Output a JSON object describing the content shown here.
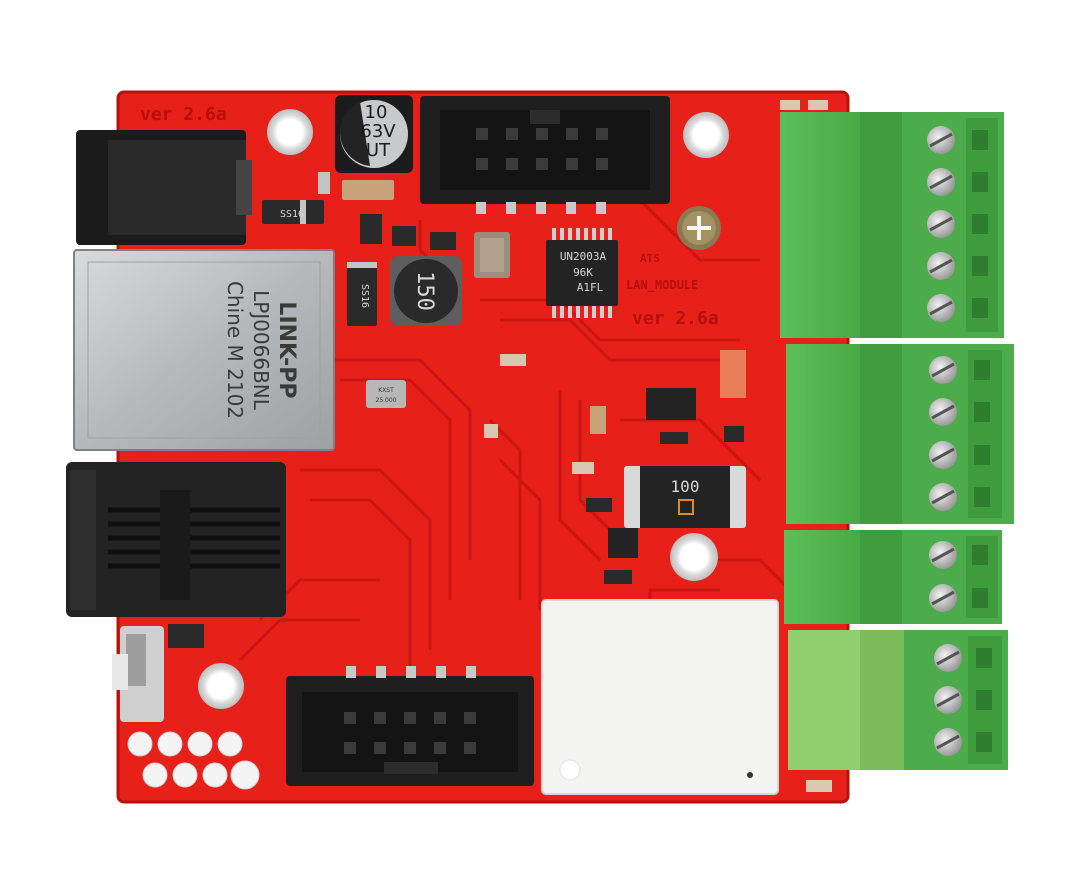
{
  "silkscreen": {
    "version_top_left": "ver 2.6a",
    "version_right": "ver 2.6a",
    "label_ats": "ATS",
    "label_module": "LAN_MODULE"
  },
  "capacitor": {
    "line1": "10",
    "line2": "63V",
    "line3": "UT"
  },
  "ic": {
    "line1": "UN2003A",
    "line2": "96K",
    "line3": "A1FL"
  },
  "inductor": {
    "code": "150"
  },
  "diodes": {
    "d1": "SS16",
    "d2": "SS16"
  },
  "crystal": {
    "line1": "KXST",
    "line2": "25.000"
  },
  "ethernet_jack": {
    "brand": "LINK-PP",
    "part": "LPJ0066BNL",
    "origin": "Chine M 2102"
  },
  "fuse": {
    "code": "100"
  },
  "colors": {
    "board_red": "#e8201a",
    "trace_red": "#c81612",
    "terminal_green": "#4cab4a",
    "connector_black": "#1f1f1f",
    "relay_white": "#f3f3f1"
  }
}
